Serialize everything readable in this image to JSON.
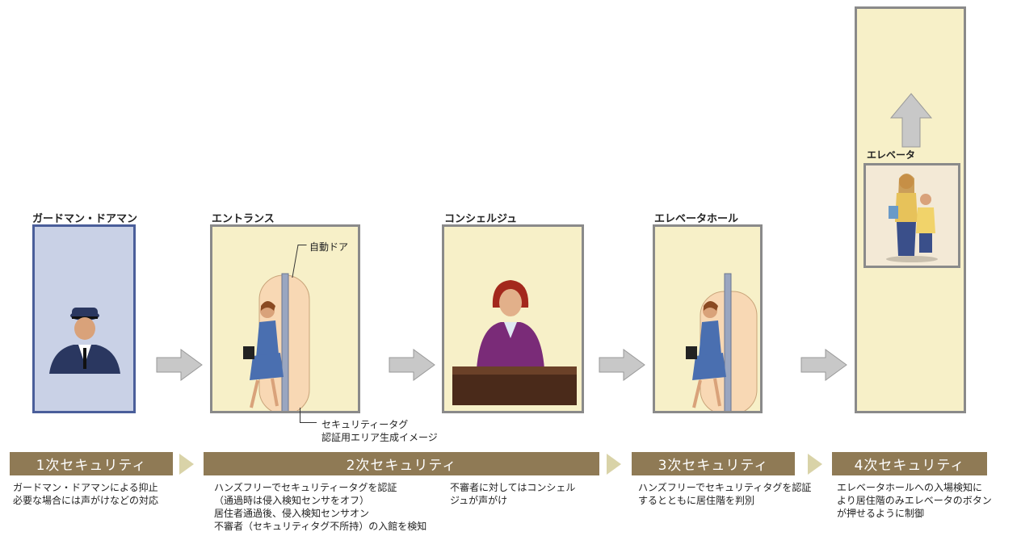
{
  "stages": {
    "guard": {
      "label": "ガードマン・ドアマン"
    },
    "entrance": {
      "label": "エントランス",
      "door_label": "自動ドア",
      "tag_label_1": "セキュリティータグ",
      "tag_label_2": "認証用エリア生成イメージ"
    },
    "concierge": {
      "label": "コンシェルジュ"
    },
    "elevator_hall": {
      "label": "エレベータホール"
    },
    "elevator": {
      "label": "エレベータ"
    }
  },
  "bands": {
    "first": "1次セキュリティ",
    "second": "2次セキュリティ",
    "third": "3次セキュリティ",
    "fourth": "4次セキュリティ"
  },
  "descriptions": {
    "first": [
      "ガードマン・ドアマンによる抑止",
      "必要な場合には声がけなどの対応"
    ],
    "second_a": [
      "ハンズフリーでセキュリティータグを認証",
      "（通過時は侵入検知センサをオフ）",
      "居住者通過後、侵入検知センサオン",
      "不審者（セキュリティタグ不所持）の入館を検知"
    ],
    "second_b": [
      "不審者に対してはコンシェル",
      "ジュが声がけ"
    ],
    "third": [
      "ハンズフリーでセキュリティタグを認証",
      "するとともに居住階を判別"
    ],
    "fourth": [
      "エレベータホールへの入場検知に",
      "より居住階のみエレベータのボタン",
      "が押せるように制御"
    ]
  },
  "colors": {
    "band": "#8f7a55",
    "panel": "#f7f0c8",
    "guard_panel": "#c9d1e6",
    "guard_border": "#4a5e9a",
    "arrow": "#c8c8c8"
  }
}
